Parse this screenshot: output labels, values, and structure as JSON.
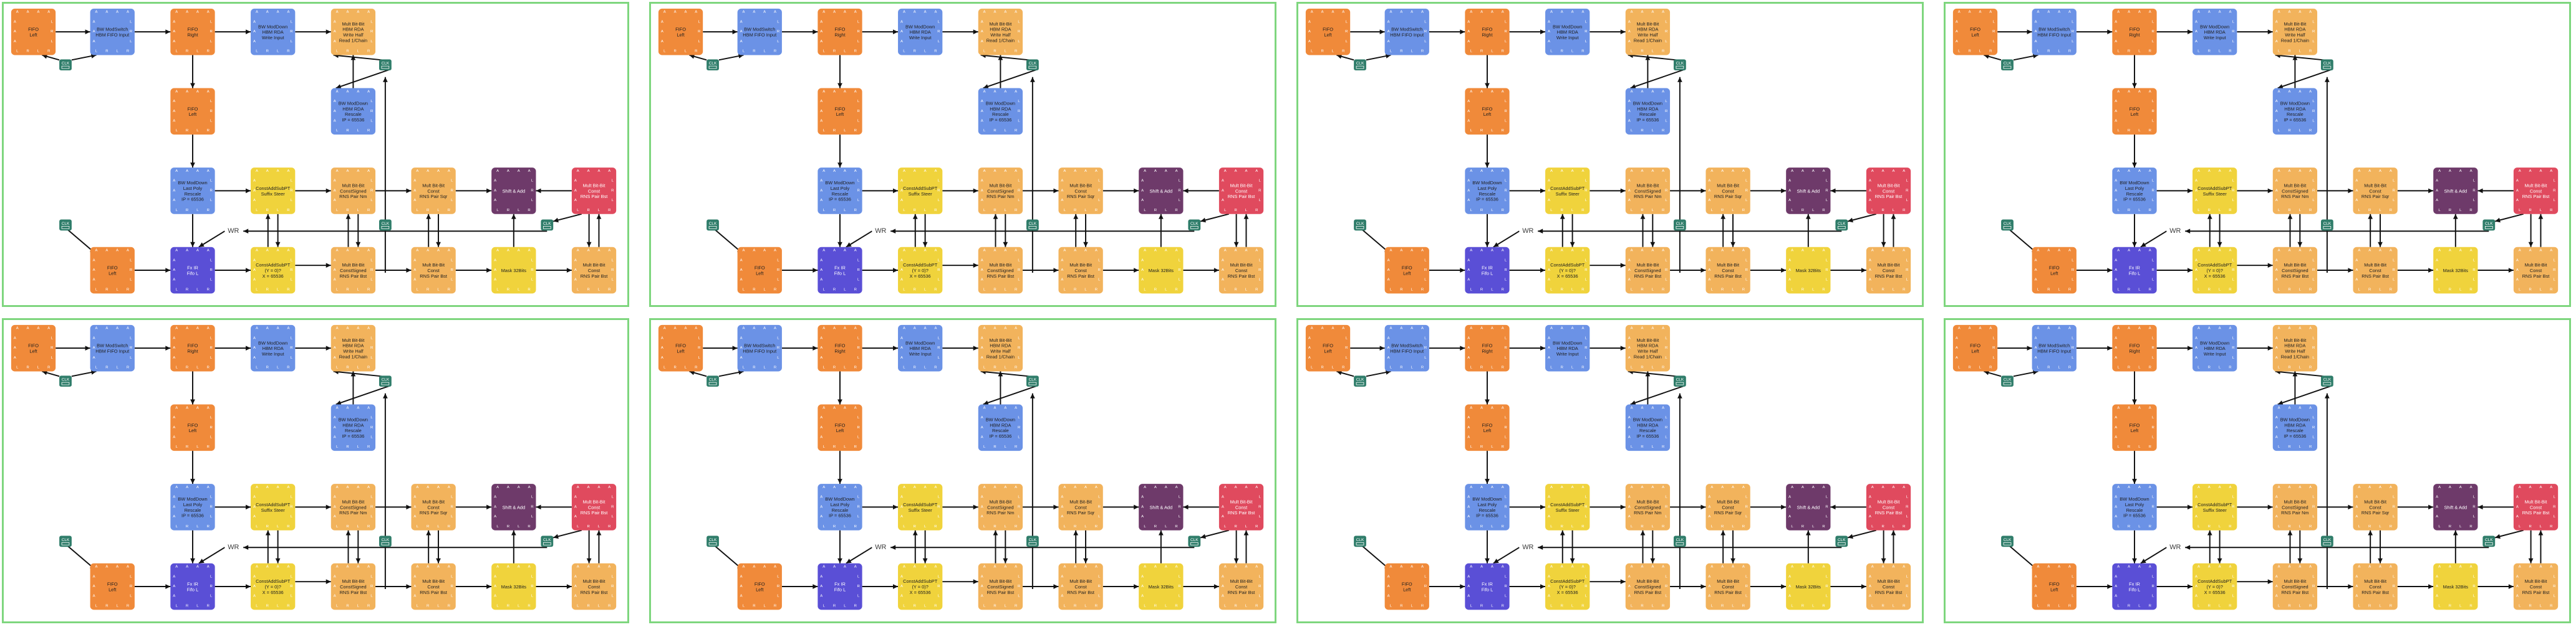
{
  "colors": {
    "border": "#7ed67e",
    "fifo": "#f08a3a",
    "modsim": "#6b92e6",
    "ma": "#f2b35c",
    "purple": "#5a4fd6",
    "yellow": "#f0d33c",
    "plum": "#6e3a6a",
    "red": "#e04a5e",
    "clock": "#2f7d6a",
    "wire": "#111111",
    "pin": "#ffffff"
  },
  "blocks": {
    "fifo_l0": [
      "FIFO",
      "Left"
    ],
    "ms0": [
      "BW ModSwitch",
      "HBM FIFO Input"
    ],
    "fifo_r0": [
      "FIFO",
      "Right"
    ],
    "ms1": [
      "BW ModDown",
      "HBM RDA",
      "Write Input"
    ],
    "ma0": [
      "Mult Bit-Bit",
      "HBM RDA",
      "Write Half",
      "Read 1/Chain"
    ],
    "fifo_l1": [
      "FIFO",
      "Left"
    ],
    "ms2": [
      "BW ModDown",
      "HBM RDA",
      "Rescale",
      "IP = 65536"
    ],
    "ms3": [
      "BW ModDown",
      "Last Poly",
      "Rescale",
      "IP = 65536"
    ],
    "y0": [
      "ConstAddSubPT",
      "Suffix Steer"
    ],
    "ma1": [
      "Mult Bit-Bit",
      "ConstSigned",
      "RNS Pair Nm"
    ],
    "ma2": [
      "Mult Bit-Bit",
      "Const",
      "RNS Pair Sqr"
    ],
    "plum": [
      "Shift & Add"
    ],
    "red": [
      "Mult Bit-Bit",
      "Const",
      "RNS Pair Bst"
    ],
    "fifo_l2": [
      "FIFO",
      "Left"
    ],
    "pu": [
      "Fx IR",
      "Fifo L"
    ],
    "y1": [
      "ConstAddSubPT",
      "(Y = 0)?",
      "X = 65536"
    ],
    "ma3": [
      "Mult Bit-Bit",
      "ConstSigned",
      "RNS Pair Bst"
    ],
    "ma4": [
      "Mult Bit-Bit",
      "Const",
      "RNS Pair Bst"
    ],
    "y2": [
      "Mask 32Bits"
    ],
    "ma5": [
      "Mult Bit-Bit",
      "Const",
      "RNS Pair Bst"
    ]
  },
  "pin_letters": [
    "A",
    "L",
    "A",
    "R"
  ],
  "clock_label": "CLK",
  "wr_label": "WR",
  "panel_count": 8
}
